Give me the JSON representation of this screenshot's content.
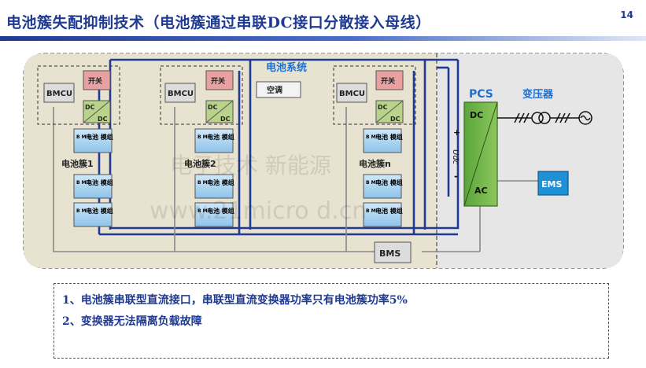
{
  "header": {
    "title": "电池簇失配抑制技术（电池簇通过串联DC接口分散接入母线）",
    "page_number": "14",
    "title_color": "#1f3a93"
  },
  "diagram": {
    "battery_system_label": "电池系统",
    "air_conditioner_label": "空调",
    "bmcu_label": "BMCU",
    "switch_label": "开关",
    "dc_label": "DC",
    "bmu_label": "B M U",
    "module_label": "电池 模组",
    "cluster_labels": [
      "电池簇1",
      "电池簇2",
      "电池簇n"
    ],
    "pcs_label": "PCS",
    "pcs_dc_label": "DC",
    "pcs_ac_label": "AC",
    "vdc_label": "Udc",
    "plus_label": "+",
    "minus_label": "-",
    "transformer_label": "变压器",
    "ems_label": "EMS",
    "bms_label": "BMS",
    "watermark_line1": "电子技术 新能源",
    "watermark_line2": "www.21micro d.cn",
    "colors": {
      "bus": "#1f3a93",
      "switch_fill": "#e8a0a0",
      "dc_fill": "#b9d48a",
      "module_fill": "#a9d2ef",
      "ems_fill": "#1f8fd6",
      "system_bg": "#e8e2d0",
      "pcs_bg": "#e6e6e6"
    }
  },
  "notes": [
    "1、电池簇串联型直流接口，串联型直流变换器功率只有电池簇功率5%",
    "2、变换器无法隔离负载故障"
  ]
}
